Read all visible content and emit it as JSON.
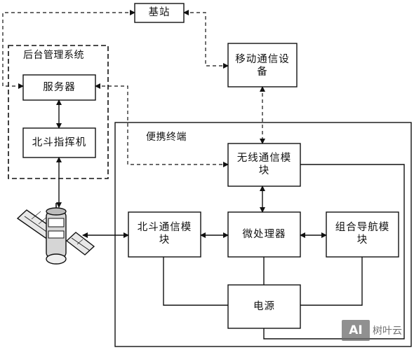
{
  "nodes": {
    "base_station": "基站",
    "mobile_comm": "移动通信设\n备",
    "server": "服务器",
    "beidou_command": "北斗指挥机",
    "wireless_module": "无线通信模\n块",
    "beidou_module": "北斗通信模\n块",
    "microprocessor": "微处理器",
    "nav_module": "组合导航模\n块",
    "power": "电源"
  },
  "groups": {
    "backend": "后台管理系统",
    "portable": "便携终端"
  },
  "watermark": {
    "logo": "AI",
    "text": "树叶云"
  }
}
